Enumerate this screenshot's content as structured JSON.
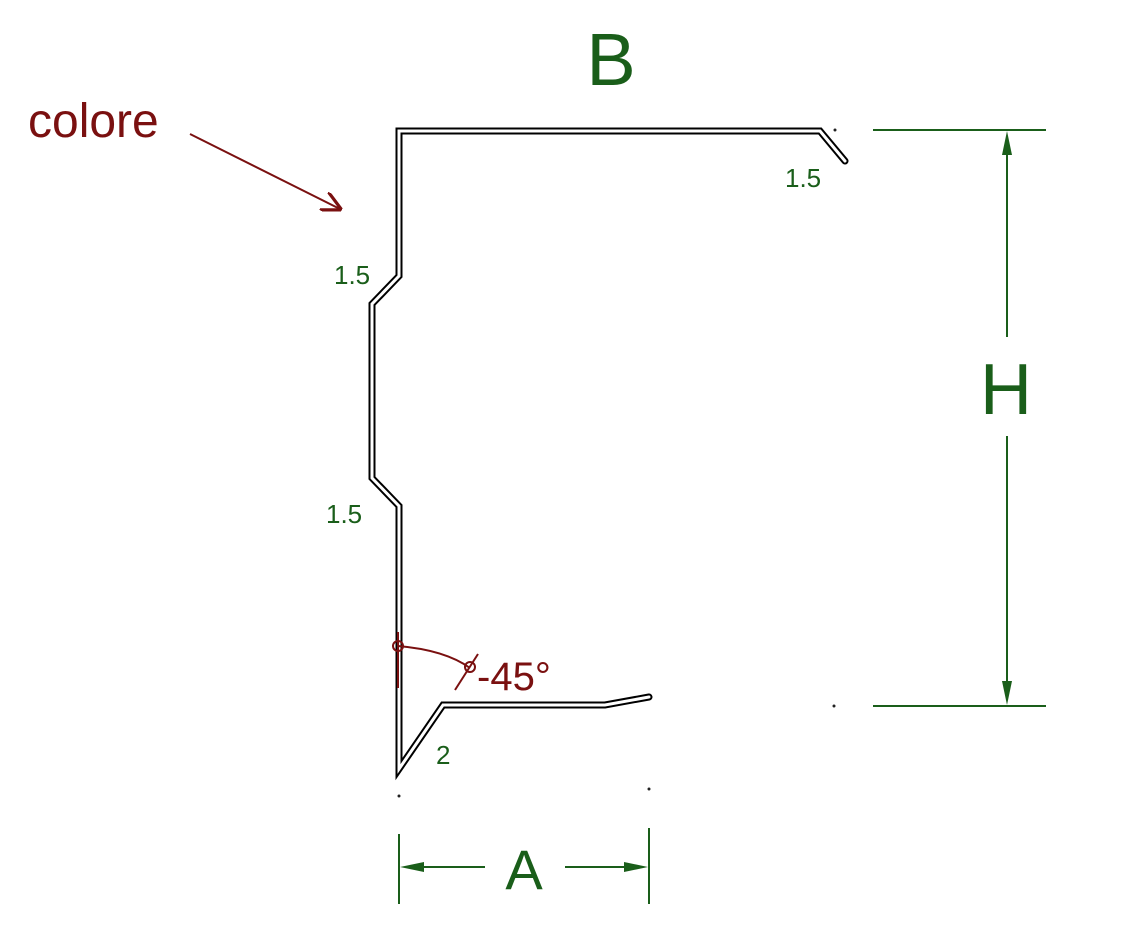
{
  "colors": {
    "dimension": "#1a5e1a",
    "annotation": "#7a1010",
    "profile": "#000000"
  },
  "labels": {
    "dim_b": "B",
    "dim_h": "H",
    "dim_a": "A",
    "colore": "colore",
    "angle": "-45°",
    "thk_top_right": "1.5",
    "thk_left_upper": "1.5",
    "thk_left_lower": "1.5",
    "thk_bottom": "2"
  }
}
